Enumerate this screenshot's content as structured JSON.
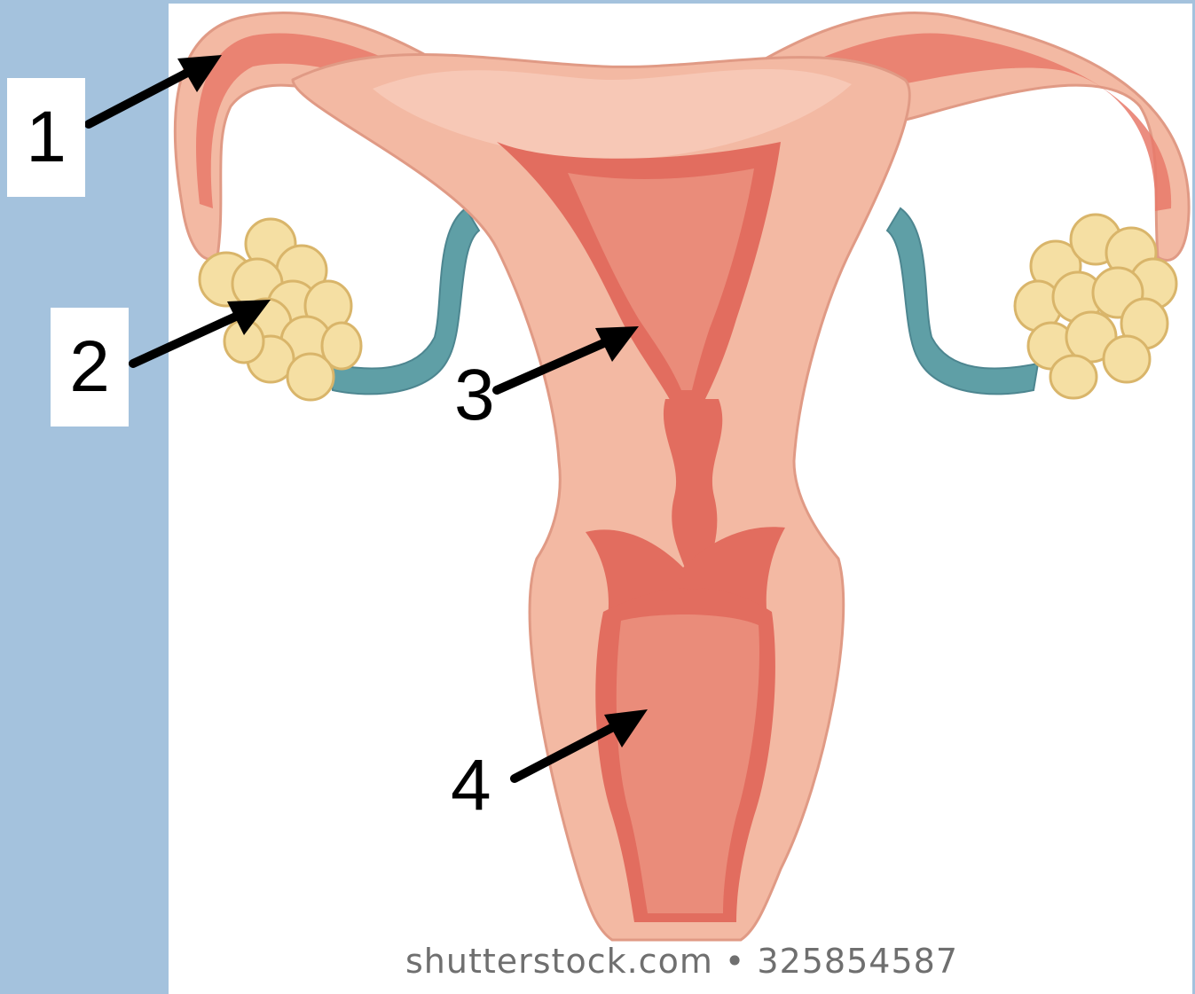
{
  "labels": {
    "one": "1",
    "two": "2",
    "three": "3",
    "four": "4"
  },
  "watermark": "shutterstock.com • 325854587",
  "colors": {
    "background_band": "#a4c2dd",
    "tissue_outer": "#f3b9a3",
    "tissue_mid": "#eda088",
    "lining": "#e26d5f",
    "cavity": "#ea8c7a",
    "ovary": "#f5dfa3",
    "ligament": "#5f9fa6",
    "arrow": "#000000"
  }
}
